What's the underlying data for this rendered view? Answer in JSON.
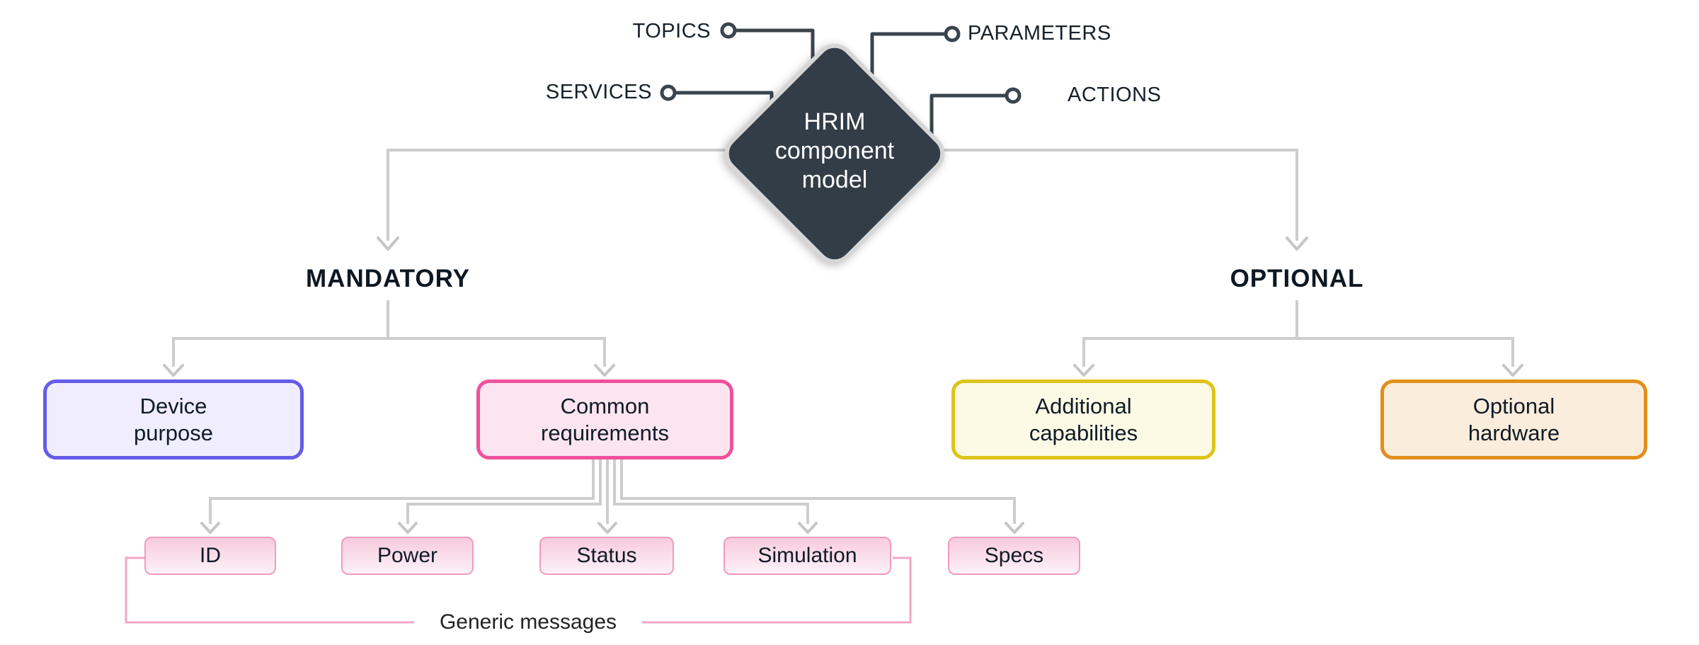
{
  "diamond": {
    "label": "HRIM\ncomponent\nmodel"
  },
  "ports": {
    "topics": "TOPICS",
    "parameters": "PARAMETERS",
    "services": "SERVICES",
    "actions": "ACTIONS"
  },
  "branches": {
    "mandatory": "MANDATORY",
    "optional": "OPTIONAL"
  },
  "nodes": {
    "device_purpose": "Device\npurpose",
    "common_requirements": "Common\nrequirements",
    "additional_capabilities": "Additional\ncapabilities",
    "optional_hardware": "Optional\nhardware"
  },
  "requirements": [
    "ID",
    "Power",
    "Status",
    "Simulation",
    "Specs"
  ],
  "footer": {
    "generic_messages": "Generic messages"
  },
  "colors": {
    "diamond_fill": "#333D47",
    "diamond_ring": "#D6D6D6",
    "connector_gray": "#CDCDCD",
    "connector_dark": "#39444E",
    "device_purpose_border": "#655CE8",
    "device_purpose_fill": "#EFEDFE",
    "common_requirements_border": "#F0519B",
    "common_requirements_fill": "#FCE5F0",
    "additional_capabilities_border": "#DEC31A",
    "additional_capabilities_fill": "#FCFAE5",
    "optional_hardware_border": "#E18F1C",
    "optional_hardware_fill": "#FAEDDC",
    "requirement_border": "#F29BBE",
    "generic_link_pink": "#F2A6C6"
  }
}
